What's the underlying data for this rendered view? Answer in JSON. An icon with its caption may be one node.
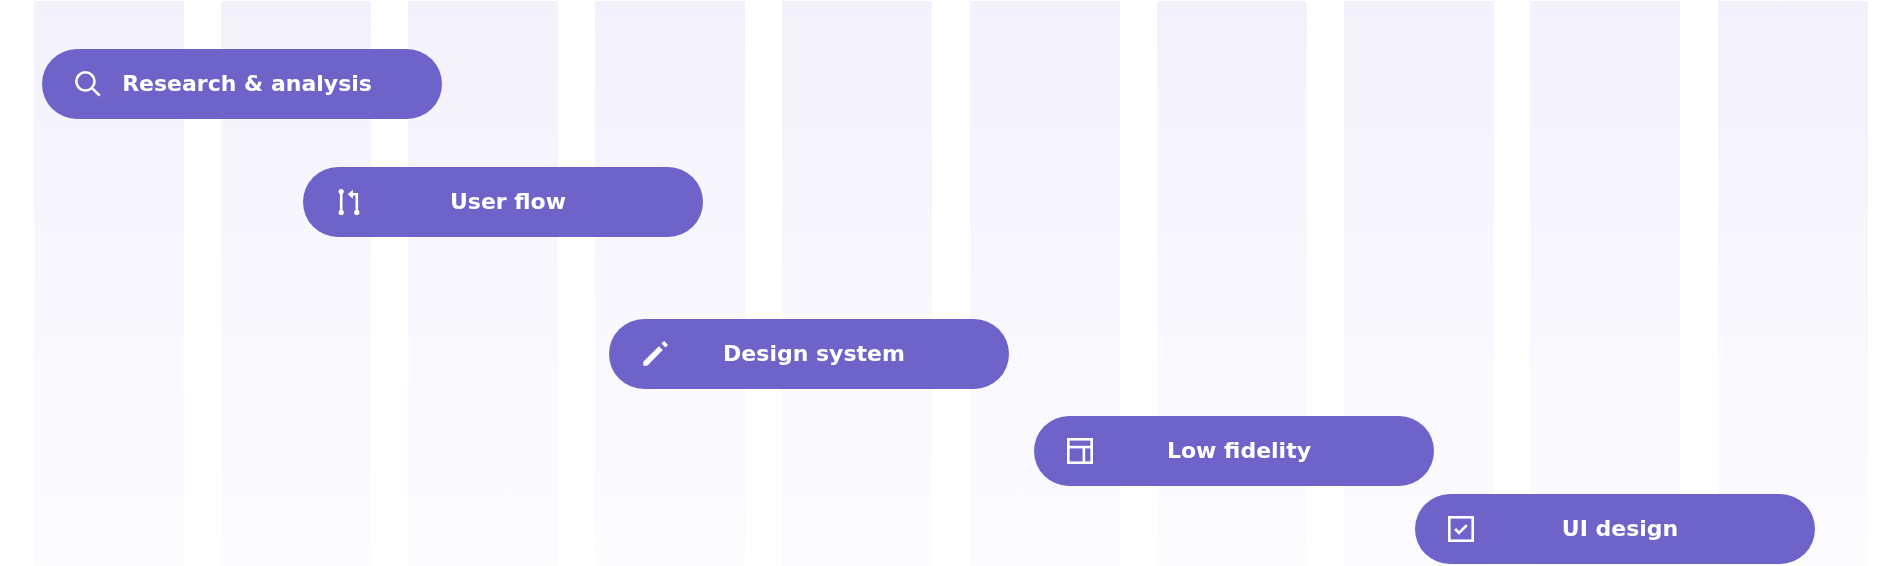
{
  "diagram": {
    "nodes": [
      {
        "text": [
          "Research & analysis"
        ]
      },
      {
        "text": [
          "User flow"
        ]
      },
      {
        "text": [
          "Design system"
        ]
      },
      {
        "text": [
          "Low fidelity"
        ]
      },
      {
        "text": [
          "UI design"
        ]
      }
    ]
  }
}
